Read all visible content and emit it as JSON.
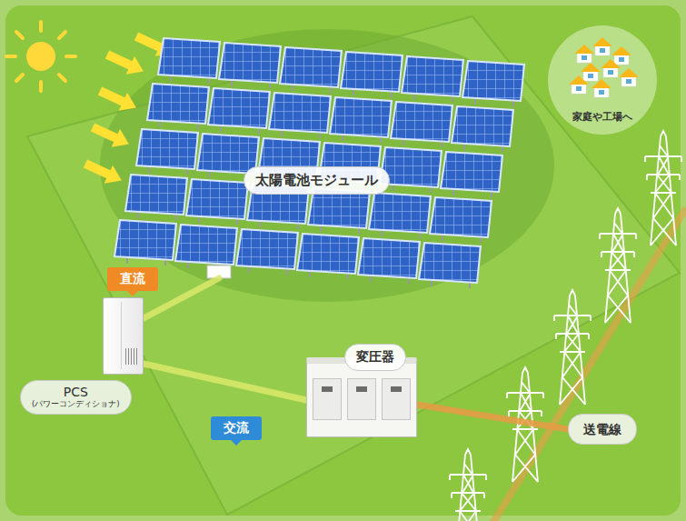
{
  "diagram": {
    "nodes": [
      {
        "text": [
          "太陽電池モジュール"
        ]
      },
      {
        "text": [
          "家庭や工場へ"
        ]
      },
      {
        "text": [
          "PCS",
          "(パワーコンディショナ)"
        ]
      },
      {
        "text": [
          "変圧器"
        ]
      },
      {
        "text": [
          "送電線"
        ]
      }
    ],
    "edges": [
      {
        "from": 0,
        "to": 2,
        "label": "直流",
        "arrow": "none"
      },
      {
        "from": 2,
        "to": 3,
        "label": "交流",
        "arrow": "none"
      },
      {
        "from": 3,
        "to": 4,
        "arrow": "none"
      }
    ]
  }
}
